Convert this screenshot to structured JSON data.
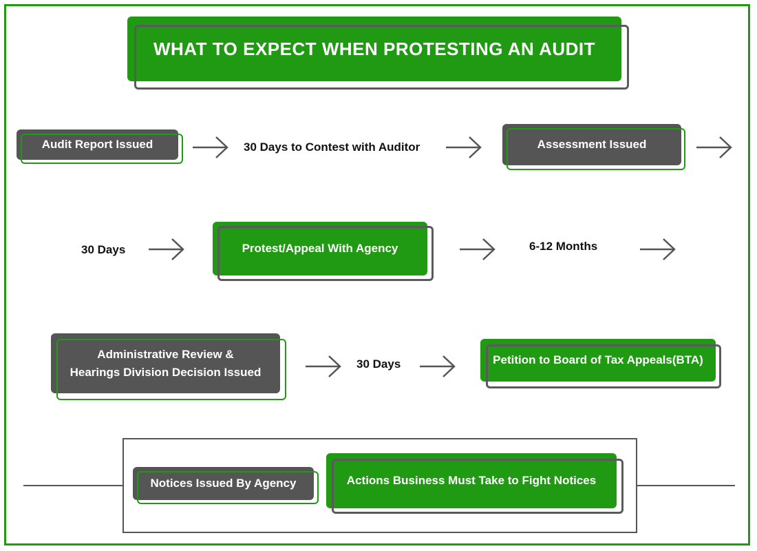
{
  "title": "WHAT TO EXPECT WHEN PROTESTING AN AUDIT",
  "row1": {
    "audit_report": "Audit Report Issued",
    "contest_days": "30 Days to Contest with Auditor",
    "assessment": "Assessment Issued"
  },
  "row2": {
    "days": "30 Days",
    "protest": "Protest/Appeal With Agency",
    "months": "6-12 Months"
  },
  "row3": {
    "review_line1": "Administrative Review &",
    "review_line2": "Hearings Division Decision Issued",
    "days": "30 Days",
    "petition": "Petition to Board of Tax Appeals(BTA)"
  },
  "legend": {
    "notices": "Notices Issued By Agency",
    "actions": "Actions Business Must Take to Fight Notices"
  },
  "colors": {
    "green": "#1f9a12",
    "gray": "#555555"
  }
}
